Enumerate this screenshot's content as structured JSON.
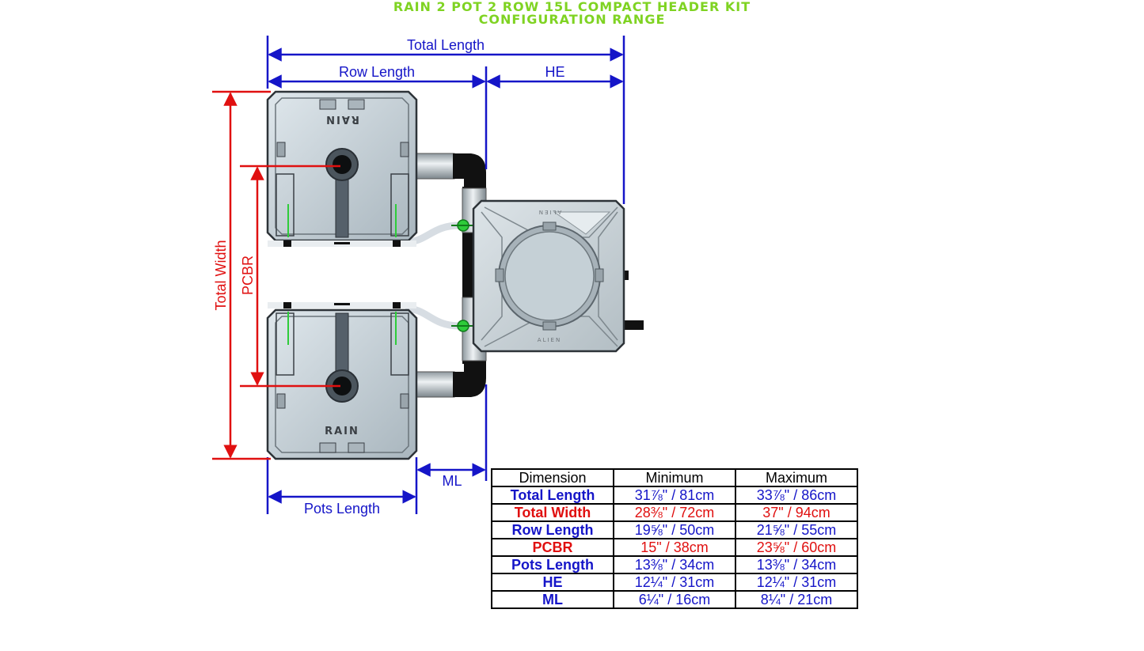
{
  "title": {
    "line1": "RAIN 2 POT 2 ROW 15L COMPACT HEADER KIT",
    "line2": "CONFIGURATION RANGE"
  },
  "colors": {
    "title": "#7fd322",
    "blue": "#1515c8",
    "red": "#e01010",
    "pot": "#c8d3da",
    "pipe": "#111111",
    "valve": "#2ecc3a"
  },
  "labels": {
    "total_length": "Total Length",
    "row_length": "Row Length",
    "he": "HE",
    "total_width": "Total Width",
    "pcbr": "PCBR",
    "ml": "ML",
    "pots_length": "Pots Length",
    "pot_brand": "RAIN",
    "tank_brand": "ALIEN"
  },
  "table": {
    "headers": [
      "Dimension",
      "Minimum",
      "Maximum"
    ],
    "rows": [
      {
        "name": "Total Length",
        "min": "31⅞\" / 81cm",
        "max": "33⅞\" / 86cm",
        "color": "blue"
      },
      {
        "name": "Total Width",
        "min": "28⅜\" / 72cm",
        "max": "37\" / 94cm",
        "color": "red"
      },
      {
        "name": "Row Length",
        "min": "19⅝\" / 50cm",
        "max": "21⅝\" / 55cm",
        "color": "blue"
      },
      {
        "name": "PCBR",
        "min": "15\" / 38cm",
        "max": "23⅝\" / 60cm",
        "color": "red"
      },
      {
        "name": "Pots Length",
        "min": "13⅜\" / 34cm",
        "max": "13⅜\" / 34cm",
        "color": "blue"
      },
      {
        "name": "HE",
        "min": "12¼\" / 31cm",
        "max": "12¼\" / 31cm",
        "color": "blue"
      },
      {
        "name": "ML",
        "min": "6¼\" / 16cm",
        "max": "8¼\" / 21cm",
        "color": "blue"
      }
    ]
  }
}
